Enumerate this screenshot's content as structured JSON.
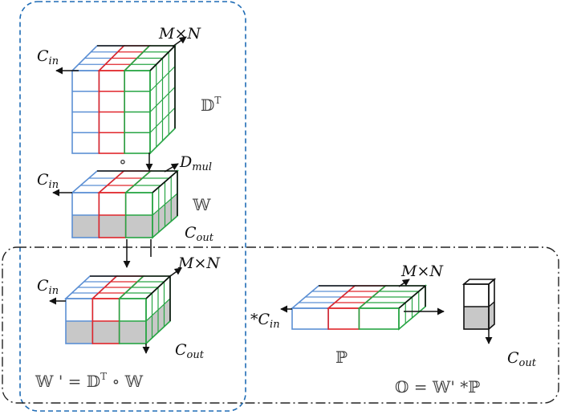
{
  "labels": {
    "mn_top": "M×N",
    "cin_prefix": "C",
    "cin_sub": "in",
    "dt_base": "𝔻",
    "dt_sup": "T",
    "hadamard": "∘",
    "dmul_prefix": "D",
    "dmul_sub": "mul",
    "w": "𝕎",
    "cout_prefix": "C",
    "cout_sub": "out",
    "mn_mid": "M×N",
    "mn_right": "M×N",
    "star_cin_prefix": "*C",
    "p": "ℙ",
    "eq1": "𝕎 ' = 𝔻",
    "eq1_sup": "T",
    "eq1_tail": " ∘ 𝕎",
    "eq2": "𝕆 = 𝕎' *ℙ"
  },
  "colors": {
    "blue": "#5b8fd4",
    "red": "#e0262b",
    "green": "#27a544",
    "black": "#111111",
    "gray": "#c8c8c8",
    "dash_blue": "#1f6cb5",
    "dashdot": "#222222"
  }
}
